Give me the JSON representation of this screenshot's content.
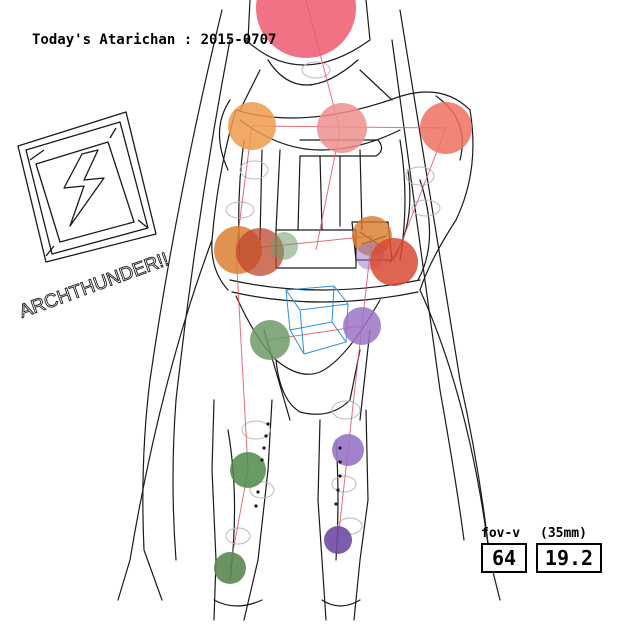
{
  "title": "Today's Atarichan : 2015-0707",
  "fov": {
    "label": "fov-v",
    "lens": "(35mm)",
    "value": "64",
    "focal": "19.2"
  },
  "sticker": {
    "text": "ARCHTHUNDER!!",
    "icon": "lightning-bolt-icon"
  },
  "colors": {
    "head": "#ec5a6e",
    "shoulder": "#ef9a4e",
    "chest": "#ee8f8f",
    "upper_arm": "#ef7160",
    "hip_orange": "#d97a2a",
    "hip_red": "#d84a32",
    "leg_green": "#6f9a6a",
    "leg_purple": "#9a73c6",
    "bone_line": "#e05560",
    "box_line": "#2d8fd6",
    "sketch": "#1a1a1a"
  }
}
